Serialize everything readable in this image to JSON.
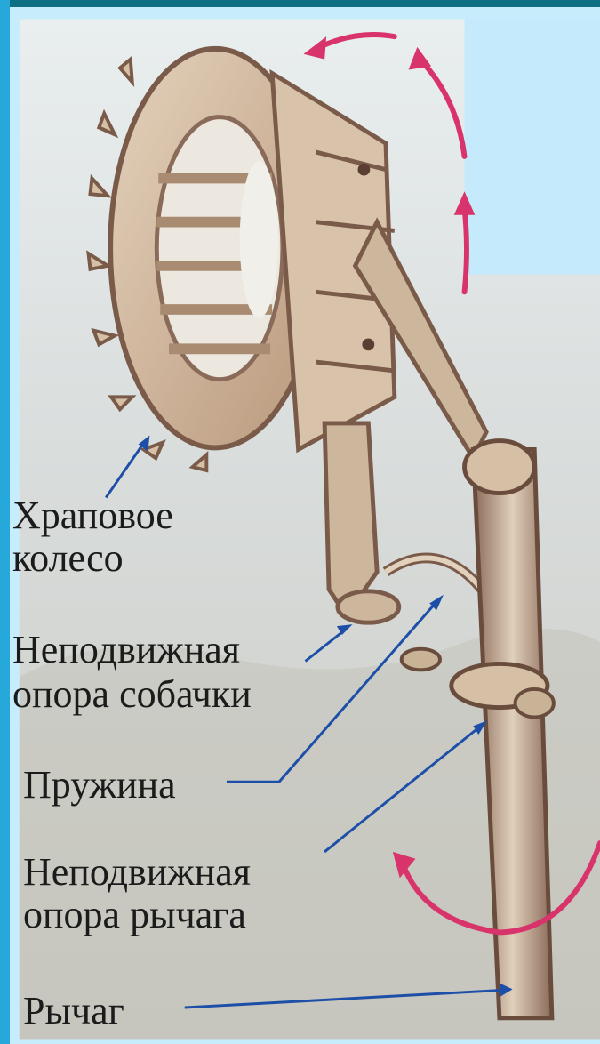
{
  "labels": {
    "ratchet_wheel": [
      "Храповое",
      "колесо"
    ],
    "pawl_support": [
      "Неподвижная",
      "опора собачки"
    ],
    "spring": "Пружина",
    "lever_support": [
      "Неподвижная",
      "опора рычага"
    ],
    "lever": "Рычаг"
  },
  "colors": {
    "background_photo": "#d9d7d0",
    "panel": "#c4eafc",
    "left_edge": "#27a8da",
    "mechanism": "#c8b39a",
    "mechanism_dark": "#7a5a48",
    "leader_lines": "#1d4fa8",
    "rotation_arrows": "#d8336b"
  }
}
